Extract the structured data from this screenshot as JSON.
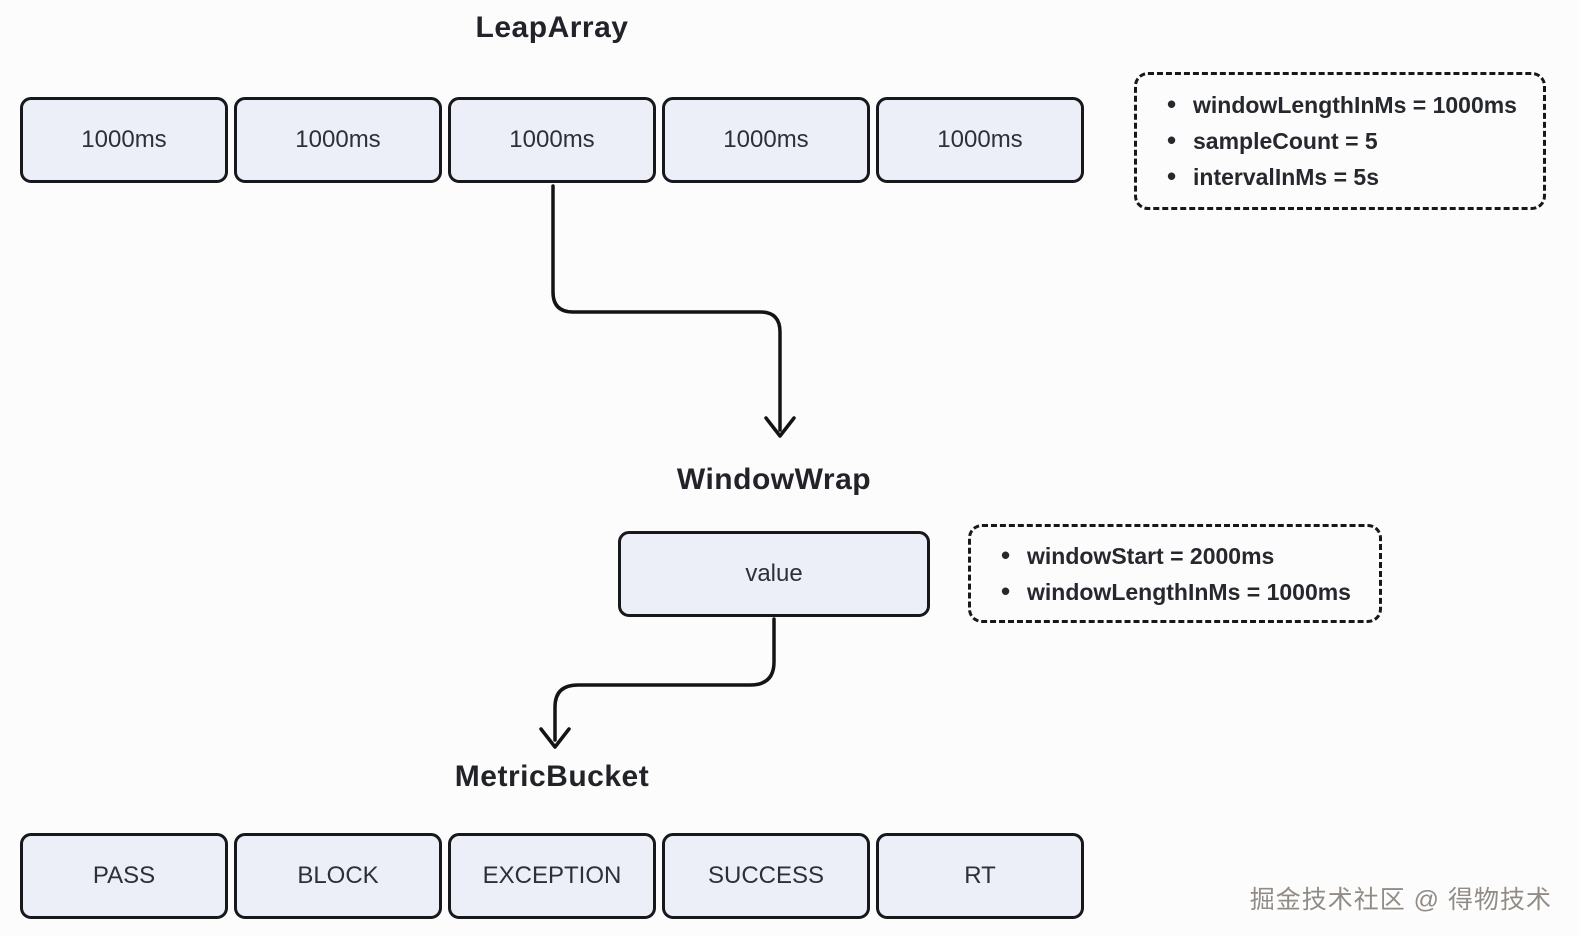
{
  "leap_array": {
    "title": "LeapArray",
    "cells": [
      "1000ms",
      "1000ms",
      "1000ms",
      "1000ms",
      "1000ms"
    ],
    "params": [
      "windowLengthInMs = 1000ms",
      "sampleCount = 5",
      "intervalInMs = 5s"
    ]
  },
  "window_wrap": {
    "title": "WindowWrap",
    "cell": "value",
    "params": [
      "windowStart = 2000ms",
      "windowLengthInMs = 1000ms"
    ]
  },
  "metric_bucket": {
    "title": "MetricBucket",
    "cells": [
      "PASS",
      "BLOCK",
      "EXCEPTION",
      "SUCCESS",
      "RT"
    ]
  },
  "watermark": "掘金技术社区 @ 得物技术",
  "colors": {
    "cell_fill": "#edeff8",
    "cell_border": "#17181b",
    "arrow_line": "#141414",
    "text": "#2c3038",
    "watermark": "#928c86",
    "background": "#fcfcfc"
  }
}
